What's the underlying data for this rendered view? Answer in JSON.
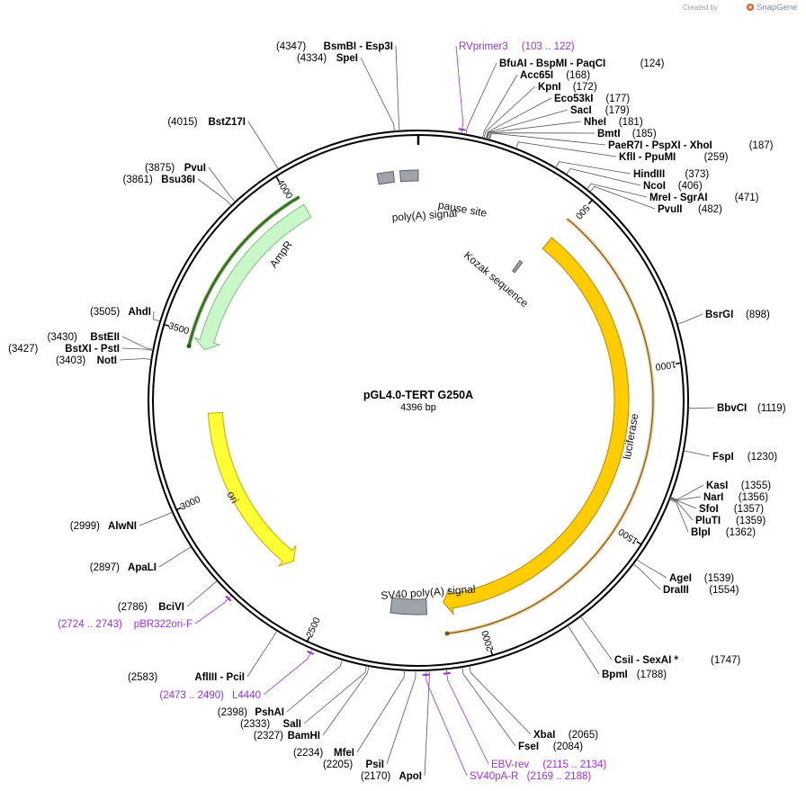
{
  "header": {
    "credit": "Created by",
    "brand": "SnapGene"
  },
  "plasmid": {
    "name": "pGL4.0-TERT G250A",
    "length_label": "4396 bp",
    "length": 4396
  },
  "ticks": [
    {
      "bp": 500,
      "label": "500"
    },
    {
      "bp": 1000,
      "label": "1000"
    },
    {
      "bp": 1500,
      "label": "1500"
    },
    {
      "bp": 2000,
      "label": "2000"
    },
    {
      "bp": 2500,
      "label": "2500"
    },
    {
      "bp": 3000,
      "label": "3000"
    },
    {
      "bp": 3500,
      "label": "3500"
    },
    {
      "bp": 4000,
      "label": "4000"
    }
  ],
  "features": [
    {
      "name": "AmpR",
      "kind": "arrow",
      "start": 4026,
      "end": 3460,
      "direction": "ccw",
      "color": "#c9f7c9",
      "stroke": "#7fbf7f",
      "highlight": "#3a7a1a"
    },
    {
      "name": "ori",
      "kind": "arrow",
      "start": 3254,
      "end": 2660,
      "direction": "ccw",
      "color": "#ffff33",
      "stroke": "#c8a800"
    },
    {
      "name": "luciferase",
      "kind": "arrow",
      "start": 480,
      "end": 2112,
      "direction": "cw",
      "color": "#ffcc00",
      "stroke": "#b58a00",
      "highlight": "#e8c49a"
    },
    {
      "name": "pause site",
      "kind": "box",
      "start": 4340,
      "end": 4396,
      "color": "#9ea4aa"
    },
    {
      "name": "poly(A) signal",
      "kind": "box",
      "start": 4270,
      "end": 4320,
      "color": "#9ea4aa"
    },
    {
      "name": "Kozak sequence",
      "kind": "box",
      "start": 440,
      "end": 452,
      "color": "#9ea4aa"
    },
    {
      "name": "SV40 poly(A) signal",
      "kind": "box",
      "start": 2170,
      "end": 2290,
      "color": "#9ea4aa"
    }
  ],
  "labels_right": [
    {
      "id": "rvprimer3",
      "text": "RVprimer3",
      "num": "(103 .. 122)",
      "primer": true,
      "bp": 112
    },
    {
      "id": "bfuai",
      "text": "BfuAI  - BspMI  - PaqCI",
      "num": "(124)",
      "bp": 124
    },
    {
      "id": "acc65i",
      "text": "Acc65I",
      "num": "(168)",
      "bp": 168
    },
    {
      "id": "kpni",
      "text": "KpnI",
      "num": "(172)",
      "bp": 172
    },
    {
      "id": "eco53ki",
      "text": "Eco53kI",
      "num": "(177)",
      "bp": 177
    },
    {
      "id": "saci",
      "text": "SacI",
      "num": "(179)",
      "bp": 179
    },
    {
      "id": "nhei",
      "text": "NheI",
      "num": "(181)",
      "bp": 181
    },
    {
      "id": "bmti",
      "text": "BmtI",
      "num": "(185)",
      "bp": 185
    },
    {
      "id": "paer7i",
      "text": "PaeR7I  - PspXI  - XhoI",
      "num": "(187)",
      "bp": 187
    },
    {
      "id": "kfli",
      "text": "KflI  - PpuMI",
      "num": "(259)",
      "bp": 259
    },
    {
      "id": "hindiii",
      "text": "HindIII",
      "num": "(373)",
      "bp": 373
    },
    {
      "id": "ncoi",
      "text": "NcoI",
      "num": "(406)",
      "bp": 406
    },
    {
      "id": "mrei",
      "text": "MreI  - SgrAI",
      "num": "(471)",
      "bp": 471
    },
    {
      "id": "pvuii",
      "text": "PvuII",
      "num": "(482)",
      "bp": 482
    },
    {
      "id": "bsrgi",
      "text": "BsrGI",
      "num": "(898)",
      "bp": 898
    },
    {
      "id": "bbvci",
      "text": "BbvCI",
      "num": "(1119)",
      "bp": 1119
    },
    {
      "id": "fspi",
      "text": "FspI",
      "num": "(1230)",
      "bp": 1230
    },
    {
      "id": "kasi",
      "text": "KasI",
      "num": "(1355)",
      "bp": 1355
    },
    {
      "id": "nari",
      "text": "NarI",
      "num": "(1356)",
      "bp": 1356
    },
    {
      "id": "sfoi",
      "text": "SfoI",
      "num": "(1357)",
      "bp": 1357
    },
    {
      "id": "pluti",
      "text": "PluTI",
      "num": "(1359)",
      "bp": 1359
    },
    {
      "id": "blpi",
      "text": "BlpI",
      "num": "(1362)",
      "bp": 1362
    },
    {
      "id": "agei",
      "text": "AgeI",
      "num": "(1539)",
      "bp": 1539
    },
    {
      "id": "draiii",
      "text": "DraIII",
      "num": "(1554)",
      "bp": 1554
    },
    {
      "id": "csii",
      "text": "CsiI  - SexAI *",
      "num": "(1747)",
      "bp": 1747
    },
    {
      "id": "bpmi",
      "text": "BpmI",
      "num": "(1788)",
      "bp": 1788
    },
    {
      "id": "xbai",
      "text": "XbaI",
      "num": "(2065)",
      "bp": 2065
    },
    {
      "id": "fsei",
      "text": "FseI",
      "num": "(2084)",
      "bp": 2084
    },
    {
      "id": "ebvrev",
      "text": "EBV-rev",
      "num": "(2115 .. 2134)",
      "primer": true,
      "bp": 2125
    },
    {
      "id": "sv40par",
      "text": "SV40pA-R",
      "num": "(2169 .. 2188)",
      "primer": true,
      "bp": 2178
    }
  ],
  "labels_left": [
    {
      "id": "bsmbi",
      "text": "BsmBI  - Esp3I",
      "num": "(4347)",
      "bp": 4347
    },
    {
      "id": "spei",
      "text": "SpeI",
      "num": "(4334)",
      "bp": 4334
    },
    {
      "id": "bstz17i",
      "text": "BstZ17I",
      "num": "(4015)",
      "bp": 4015
    },
    {
      "id": "pvui",
      "text": "PvuI",
      "num": "(3875)",
      "bp": 3875
    },
    {
      "id": "bsu36i",
      "text": "Bsu36I",
      "num": "(3861)",
      "bp": 3861
    },
    {
      "id": "ahdi",
      "text": "AhdI",
      "num": "(3505)",
      "bp": 3505
    },
    {
      "id": "bsteii",
      "text": "BstEII",
      "num": "(3430)",
      "bp": 3430
    },
    {
      "id": "bstxi",
      "text": "BstXI  - PstI",
      "num": "(3427)",
      "bp": 3427
    },
    {
      "id": "noti",
      "text": "NotI",
      "num": "(3403)",
      "bp": 3403
    },
    {
      "id": "alwni",
      "text": "AlwNI",
      "num": "(2999)",
      "bp": 2999
    },
    {
      "id": "apali",
      "text": "ApaLI",
      "num": "(2897)",
      "bp": 2897
    },
    {
      "id": "bcivi",
      "text": "BciVI",
      "num": "(2786)",
      "bp": 2786
    },
    {
      "id": "pbr322",
      "text": "pBR322ori-F",
      "num": "(2724 .. 2743)",
      "primer": true,
      "bp": 2733
    },
    {
      "id": "afliii",
      "text": "AflIII  - PciI",
      "num": "(2583)",
      "bp": 2583
    },
    {
      "id": "l4440",
      "text": "L4440",
      "num": "(2473 .. 2490)",
      "primer": true,
      "bp": 2481
    },
    {
      "id": "pshai",
      "text": "PshAI",
      "num": "(2398)",
      "bp": 2398
    },
    {
      "id": "sali",
      "text": "SalI",
      "num": "(2333)",
      "bp": 2333
    },
    {
      "id": "bamhi",
      "text": "BamHI",
      "num": "(2327)",
      "bp": 2327
    },
    {
      "id": "mfei",
      "text": "MfeI",
      "num": "(2234)",
      "bp": 2234
    },
    {
      "id": "psii",
      "text": "PsiI",
      "num": "(2205)",
      "bp": 2205
    },
    {
      "id": "apoi",
      "text": "ApoI",
      "num": "(2170)",
      "bp": 2170
    }
  ]
}
